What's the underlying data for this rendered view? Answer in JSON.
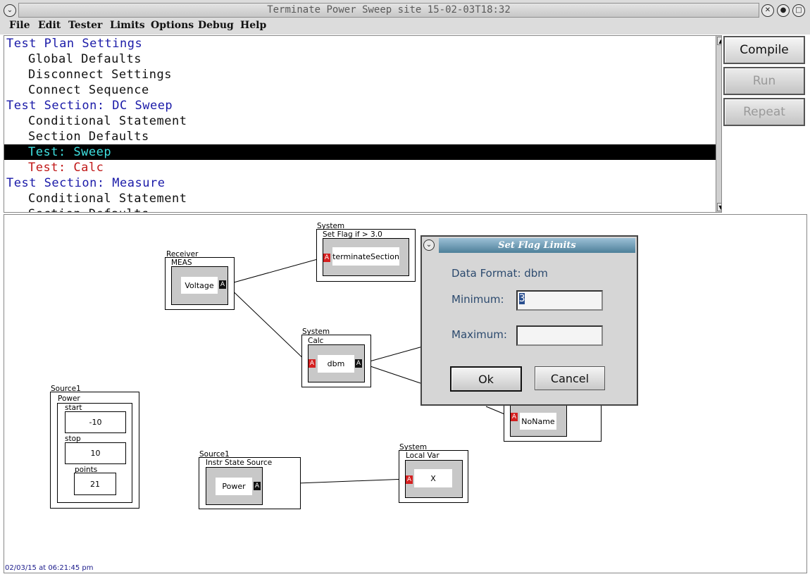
{
  "window": {
    "title": "Terminate Power Sweep  site  15-02-03T18:32"
  },
  "menu": [
    {
      "label": "File"
    },
    {
      "label": "Edit"
    },
    {
      "label": "Tester"
    },
    {
      "label": "Limits"
    },
    {
      "label": "Options"
    },
    {
      "label": "Debug"
    },
    {
      "label": "Help"
    }
  ],
  "tree": {
    "items": [
      {
        "label": "Test Plan Settings",
        "level": 0
      },
      {
        "label": "Global Defaults",
        "level": 1
      },
      {
        "label": "Disconnect Settings",
        "level": 1
      },
      {
        "label": "Connect Sequence",
        "level": 1
      },
      {
        "label": "Test Section: DC Sweep",
        "level": 0
      },
      {
        "label": "Conditional Statement",
        "level": 1
      },
      {
        "label": "Section Defaults",
        "level": 1
      },
      {
        "label": "Test: Sweep",
        "level": 1,
        "selected": true
      },
      {
        "label": "Test: Calc",
        "level": 1,
        "color": "red"
      },
      {
        "label": "Test Section: Measure",
        "level": 0
      },
      {
        "label": "Conditional Statement",
        "level": 1
      },
      {
        "label": "Section Defaults",
        "level": 1
      }
    ]
  },
  "side_buttons": {
    "compile": "Compile",
    "run": "Run",
    "repeat": "Repeat"
  },
  "nodes": {
    "receiver": {
      "group": "Receiver",
      "name": "MEAS",
      "field": "Voltage",
      "port_out": "A"
    },
    "setflag": {
      "group": "System",
      "name": "Set Flag if  > 3.0",
      "field": "terminateSection",
      "port_in": "A"
    },
    "calc": {
      "group": "System",
      "name": "Calc",
      "field": "dbm",
      "port_in": "A",
      "port_out": "A"
    },
    "noname": {
      "field": "NoName",
      "port_in": "A"
    },
    "source_power": {
      "group": "Source1",
      "name": "Power",
      "start_label": "start",
      "start_value": "-10",
      "stop_label": "stop",
      "stop_value": "10",
      "points_label": "points",
      "points_value": "21"
    },
    "instr_state": {
      "group": "Source1",
      "name": "Instr State Source",
      "field": "Power",
      "port_out": "A"
    },
    "localvar": {
      "group": "System",
      "name": "Local Var",
      "field": "X",
      "port_in": "A"
    }
  },
  "dialog": {
    "title": "Set Flag Limits",
    "data_format": "Data Format: dbm",
    "minimum_label": "Minimum:",
    "minimum_value": "3",
    "maximum_label": "Maximum:",
    "maximum_value": "",
    "ok": "Ok",
    "cancel": "Cancel"
  },
  "status": {
    "timestamp": "02/03/15 at 06:21:45 pm"
  },
  "colors": {
    "section_header": "#1a1aa8",
    "selected_bg": "#000000",
    "selected_text": "#3fe0e0",
    "red_item": "#c01818",
    "dialog_title_bg": "#4d7f99"
  }
}
